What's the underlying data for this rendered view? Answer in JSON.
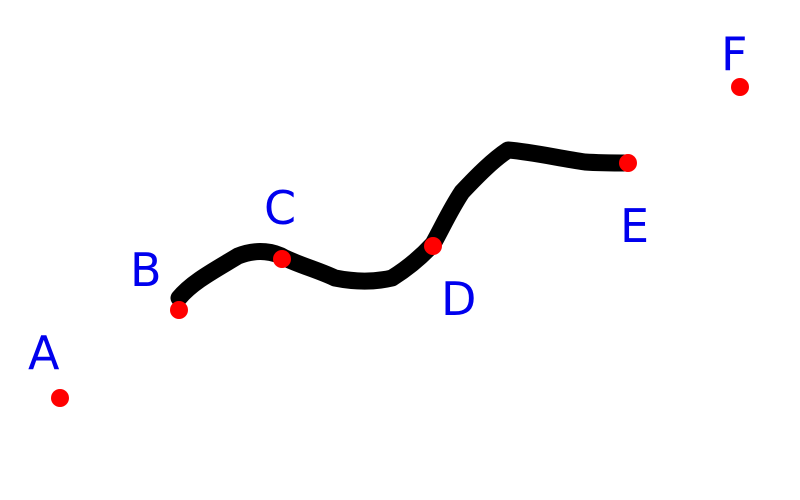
{
  "colors": {
    "background": "#ffffff",
    "stroke": "#000000",
    "point": "#ff0000",
    "label": "#0000ee"
  },
  "points": [
    {
      "id": "A",
      "label": "A"
    },
    {
      "id": "B",
      "label": "B"
    },
    {
      "id": "C",
      "label": "C"
    },
    {
      "id": "D",
      "label": "D"
    },
    {
      "id": "E",
      "label": "E"
    },
    {
      "id": "F",
      "label": "F"
    }
  ]
}
